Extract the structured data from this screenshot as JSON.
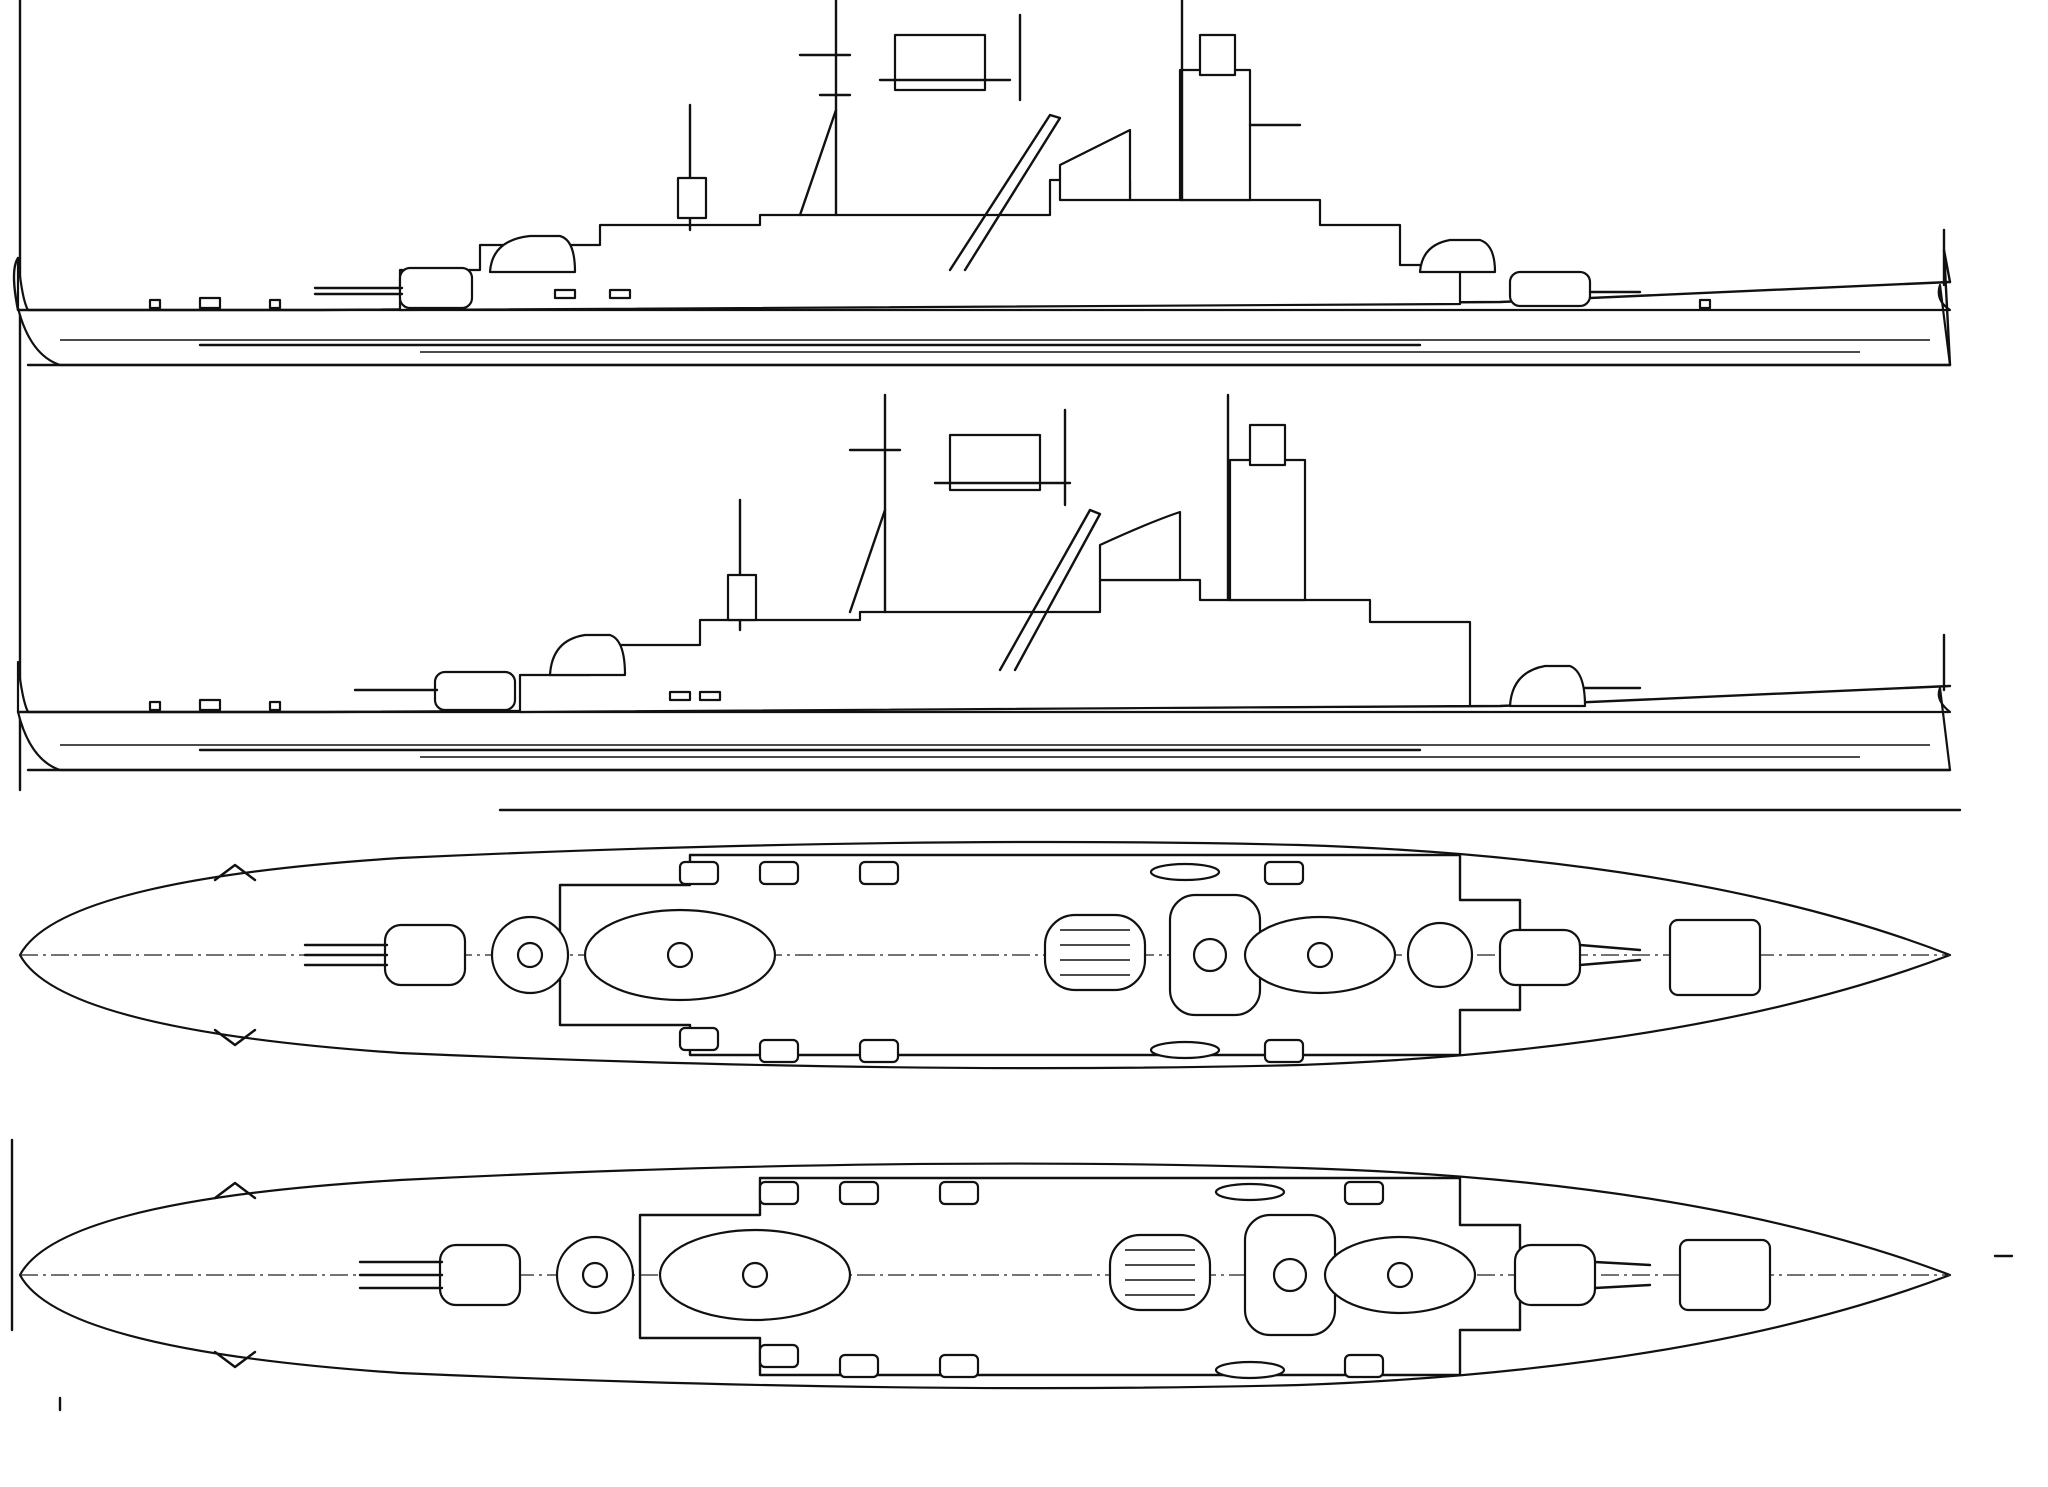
{
  "drawing": {
    "views": [
      {
        "id": "profile-upper",
        "kind": "side-elevation"
      },
      {
        "id": "profile-lower",
        "kind": "side-elevation"
      },
      {
        "id": "plan-upper",
        "kind": "deck-plan"
      },
      {
        "id": "plan-lower",
        "kind": "deck-plan"
      }
    ],
    "ink_color": "#111111",
    "paper_color": "#ffffff"
  }
}
